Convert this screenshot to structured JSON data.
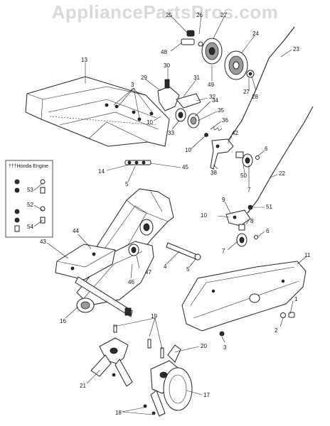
{
  "watermark": "AppliancePartsPros.com",
  "inset": {
    "title": "†††Honda Engine",
    "labels": [
      "53",
      "52",
      "54"
    ]
  },
  "callouts": [
    {
      "id": "c25",
      "text": "25"
    },
    {
      "id": "c26",
      "text": "26"
    },
    {
      "id": "c27a",
      "text": "27"
    },
    {
      "id": "c24",
      "text": "24"
    },
    {
      "id": "c48",
      "text": "48"
    },
    {
      "id": "c49",
      "text": "49"
    },
    {
      "id": "c23",
      "text": "23"
    },
    {
      "id": "c27b",
      "text": "27"
    },
    {
      "id": "c28",
      "text": "28"
    },
    {
      "id": "c13",
      "text": "13"
    },
    {
      "id": "c30",
      "text": "30"
    },
    {
      "id": "c29",
      "text": "29"
    },
    {
      "id": "c31",
      "text": "31"
    },
    {
      "id": "c32",
      "text": "32"
    },
    {
      "id": "c3a",
      "text": "3"
    },
    {
      "id": "c34",
      "text": "34"
    },
    {
      "id": "c35",
      "text": "35"
    },
    {
      "id": "c36",
      "text": "36"
    },
    {
      "id": "c10a",
      "text": "10"
    },
    {
      "id": "c33",
      "text": "33"
    },
    {
      "id": "c10b",
      "text": "10"
    },
    {
      "id": "c42",
      "text": "42"
    },
    {
      "id": "c6a",
      "text": "6"
    },
    {
      "id": "c38",
      "text": "38"
    },
    {
      "id": "c50",
      "text": "50"
    },
    {
      "id": "c7a",
      "text": "7"
    },
    {
      "id": "c22",
      "text": "22"
    },
    {
      "id": "c14",
      "text": "14"
    },
    {
      "id": "c45",
      "text": "45"
    },
    {
      "id": "c5a",
      "text": "5"
    },
    {
      "id": "c9",
      "text": "9"
    },
    {
      "id": "c51",
      "text": "51"
    },
    {
      "id": "c10c",
      "text": "10"
    },
    {
      "id": "c8",
      "text": "8"
    },
    {
      "id": "c6b",
      "text": "6"
    },
    {
      "id": "c7b",
      "text": "7"
    },
    {
      "id": "c44",
      "text": "44"
    },
    {
      "id": "c43",
      "text": "43"
    },
    {
      "id": "c11",
      "text": "11"
    },
    {
      "id": "c4",
      "text": "4"
    },
    {
      "id": "c5b",
      "text": "5"
    },
    {
      "id": "c47",
      "text": "47"
    },
    {
      "id": "c46",
      "text": "46"
    },
    {
      "id": "c1",
      "text": "1"
    },
    {
      "id": "c2",
      "text": "2"
    },
    {
      "id": "c16",
      "text": "16"
    },
    {
      "id": "c19",
      "text": "19"
    },
    {
      "id": "c3b",
      "text": "3"
    },
    {
      "id": "c20",
      "text": "20"
    },
    {
      "id": "c21",
      "text": "21"
    },
    {
      "id": "c17",
      "text": "17"
    },
    {
      "id": "c18",
      "text": "18"
    }
  ]
}
